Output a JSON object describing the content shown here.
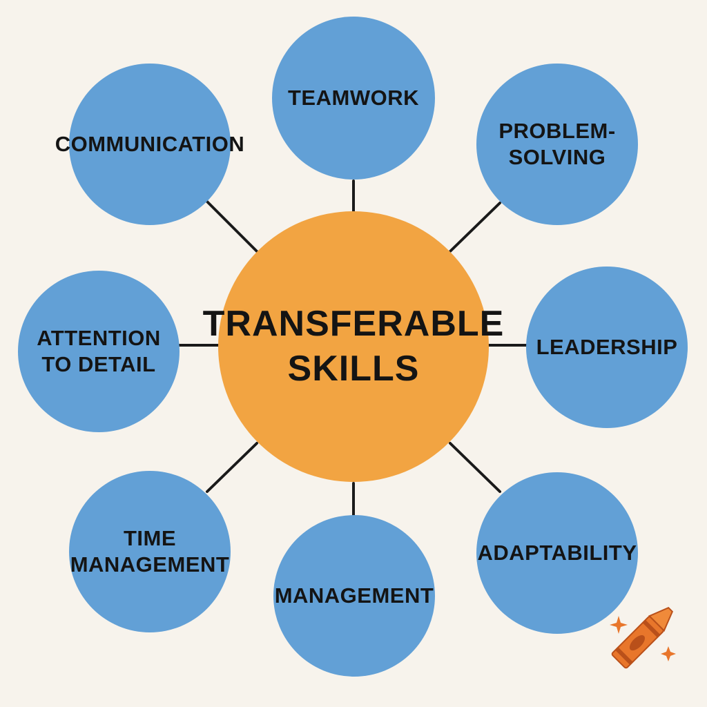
{
  "hub": {
    "lines": [
      "TRANSFERABLE",
      "SKILLS"
    ],
    "color": "#f2a442"
  },
  "skill_color": "#62a0d6",
  "skills": [
    {
      "id": "teamwork",
      "lines": [
        "TEAMWORK"
      ]
    },
    {
      "id": "problem-solving",
      "lines": [
        "PROBLEM-",
        "SOLVING"
      ]
    },
    {
      "id": "leadership",
      "lines": [
        "LEADERSHIP"
      ]
    },
    {
      "id": "adaptability",
      "lines": [
        "ADAPTABILITY"
      ]
    },
    {
      "id": "management",
      "lines": [
        "MANAGEMENT"
      ]
    },
    {
      "id": "time-management",
      "lines": [
        "TIME",
        "MANAGEMENT"
      ]
    },
    {
      "id": "attention-to-detail",
      "lines": [
        "ATTENTION",
        "TO DETAIL"
      ]
    },
    {
      "id": "communication",
      "lines": [
        "COMMUNICATION"
      ]
    }
  ],
  "decoration": {
    "icon": "crayon-icon",
    "color": "#e8762b"
  }
}
